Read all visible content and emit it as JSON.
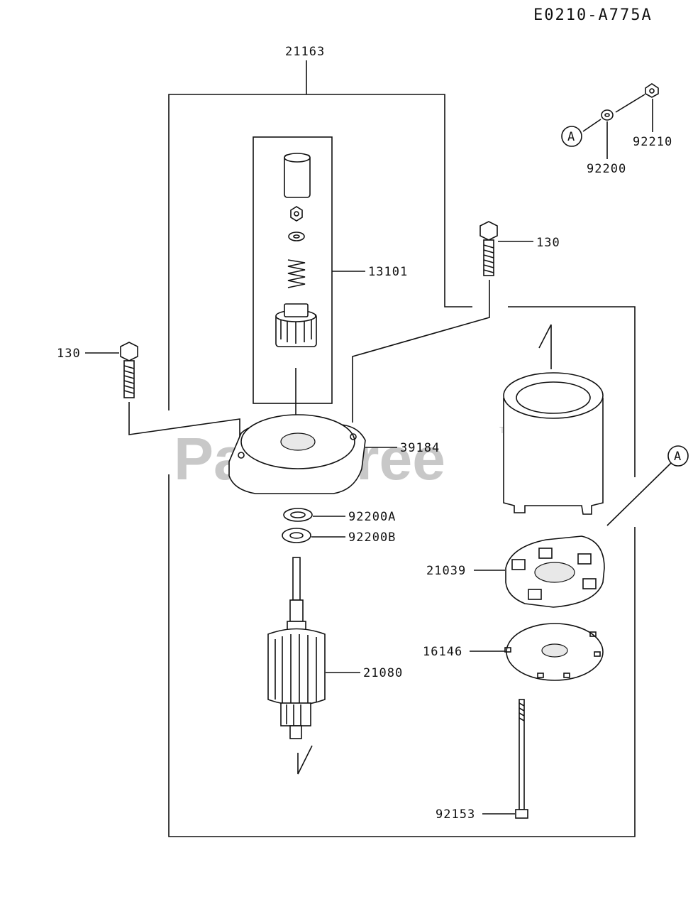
{
  "diagram_code": "E0210-A775A",
  "watermark": "PartsTree",
  "watermark_tm": "TM",
  "ref_marker": "A",
  "parts": {
    "starter_assembly": "21163",
    "pinion_assembly": "13101",
    "bolt_right": "130",
    "bolt_left": "130",
    "front_cover": "39184",
    "washer_a": "92200A",
    "washer_b": "92200B",
    "armature": "21080",
    "brush_holder": "21039",
    "plate": "16146",
    "through_bolt": "92153",
    "nut": "92210",
    "washer": "92200"
  }
}
